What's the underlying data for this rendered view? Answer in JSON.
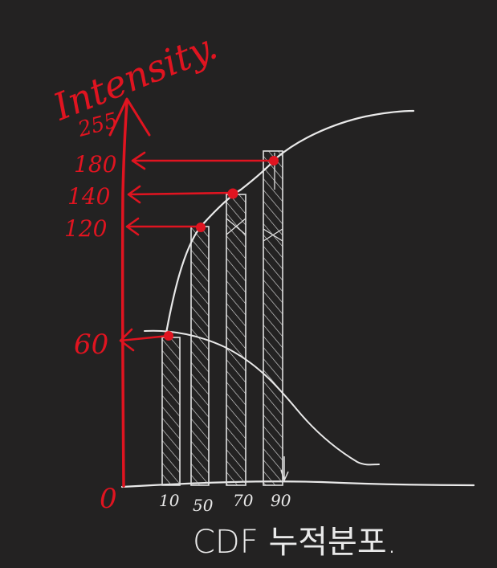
{
  "diagram": {
    "y_axis_label": "Intensity.",
    "x_axis_label": "CDF 누적분포.",
    "origin_label": "0",
    "y_top_label": "255",
    "y_ticks": [
      "180",
      "140",
      "120",
      "60"
    ],
    "x_ticks": [
      "10",
      "50",
      "70",
      "90"
    ],
    "colors": {
      "background": "#232222",
      "red": "#e01420",
      "white": "#e9e9e9"
    }
  }
}
